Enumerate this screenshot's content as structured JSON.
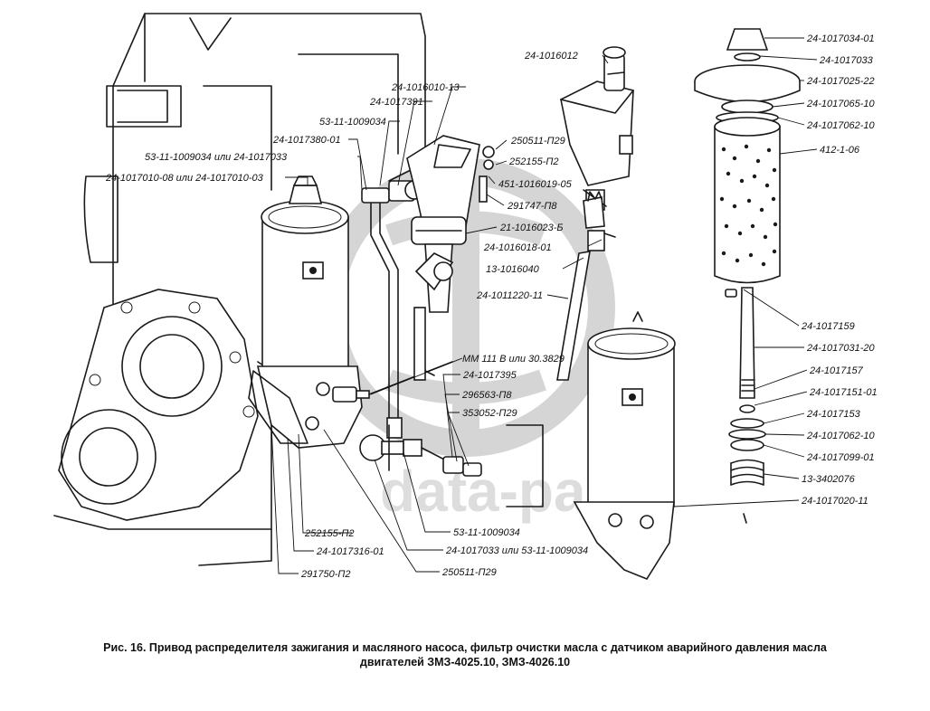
{
  "watermark": {
    "text": "data-parts"
  },
  "caption": {
    "line1": "Рис. 16. Привод распределителя зажигания и масляного насоса, фильтр очистки масла с датчиком аварийного давления масла",
    "line2": "двигателей ЗМЗ-4025.10, ЗМЗ-4026.10"
  },
  "labels": [
    "24-1017034-01",
    "24-1017033",
    "24-1017025-22",
    "24-1017065-10",
    "24-1017062-10",
    "412-1-06",
    "24-1016012",
    "24-1016010-13",
    "24-1017391",
    "53-11-1009034",
    "53-11-1009034 или 24-1017033",
    "24-1017380-01",
    "24-1017010-08 или 24-1017010-03",
    "250511-П29",
    "252155-П2",
    "451-1016019-05",
    "291747-П8",
    "21-1016023-Б",
    "24-1016018-01",
    "13-1016040",
    "24-1011220-11",
    "24-1017159",
    "24-1017031-20",
    "24-1017157",
    "24-1017151-01",
    "24-1017153",
    "24-1017062-10",
    "24-1017099-01",
    "13-3402076",
    "24-1017020-11",
    "ММ 111 В или 30.3829",
    "24-1017395",
    "296563-П8",
    "353052-П29",
    "53-11-1009034",
    "24-1017033 или 53-11-1009034",
    "250511-П29",
    "252155-П2",
    "24-1017316-01",
    "291750-П2"
  ]
}
